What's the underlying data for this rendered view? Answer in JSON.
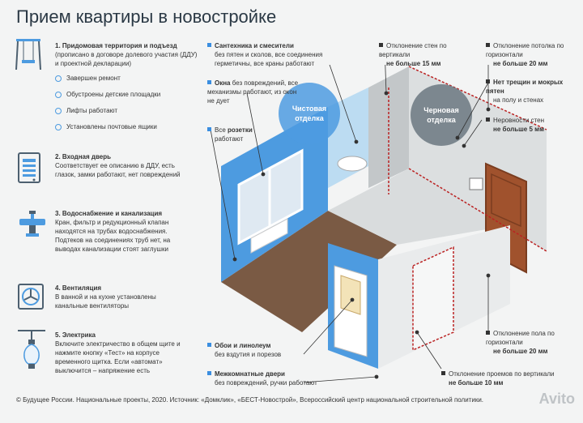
{
  "title": "Прием квартиры в новостройке",
  "sections": [
    {
      "num": "1.",
      "heading": "Придомовая территория и подъезд",
      "text": "(прописано в договоре долевого участия (ДДУ) и проектной декларации)",
      "bullets": [
        "Завершен ремонт",
        "Обустроены детские площадки",
        "Лифты работают",
        "Установлены почтовые ящики"
      ]
    },
    {
      "num": "2.",
      "heading": "Входная дверь",
      "text": "Соответствует ее описанию в ДДУ, есть глазок, замки работают, нет повреждений"
    },
    {
      "num": "3.",
      "heading": "Водоснабжение и канализация",
      "text": "Кран, фильтр и редукционный клапан находятся на трубах водоснабжения. Подтеков на соединениях труб нет, на выводах канализации стоят заглушки"
    },
    {
      "num": "4.",
      "heading": "Вентиляция",
      "text": "В ванной и на кухне установлены канальные вентиляторы"
    },
    {
      "num": "5.",
      "heading": "Электрика",
      "text": "Включите электричество в общем щите и нажмите кнопку «Тест» на корпусе временного щитка. Если «автомат» выключится – напряжение есть"
    }
  ],
  "clean": {
    "plumbing_head": "Сантехника и смесители",
    "plumbing_text": "без пятен и сколов, все соединения герметичны, все краны работают",
    "windows_head": "Окна",
    "windows_text": " без повреждений, все механизмы работают, из окон не дует",
    "sockets_pre": "Все ",
    "sockets_head": "розетки",
    "sockets_text": "работают",
    "wallpaper_head": "Обои и линолеум",
    "wallpaper_text": "без вздутия и порезов",
    "doors_head": "Межкомнатные двери",
    "doors_text": "без повреждений, ручки работают"
  },
  "rough": {
    "walls_dev": "Отклонение стен по вертикали",
    "walls_val": "не больше 15 мм",
    "ceiling_dev": "Отклонение потолка по горизонтали",
    "ceiling_val": "не больше 20 мм",
    "cracks_head": "Нет трещин и мокрых пятен",
    "cracks_text": "на полу и стенах",
    "uneven": "Неровности стен",
    "uneven_val": "не больше 5 мм",
    "floor_dev": "Отклонение пола по горизонтали",
    "floor_val": "не больше 20 мм",
    "openings_dev": "Отклонение проемов по вертикали",
    "openings_val": "не больше 10 мм"
  },
  "labels": {
    "clean": "Чистовая отделка",
    "rough": "Черновая отделка"
  },
  "footer": "© Будущее России. Национальные проекты, 2020. Источник: «Домклик», «БЕСТ-Новострой», Всероссийский центр национальной строительной политики.",
  "watermark": "Avito",
  "colors": {
    "accent": "#3a8ee0",
    "wall_blue": "#4d9be0",
    "floor": "#7a5a44",
    "door": "#a0522d",
    "grey": "#6b7880"
  }
}
